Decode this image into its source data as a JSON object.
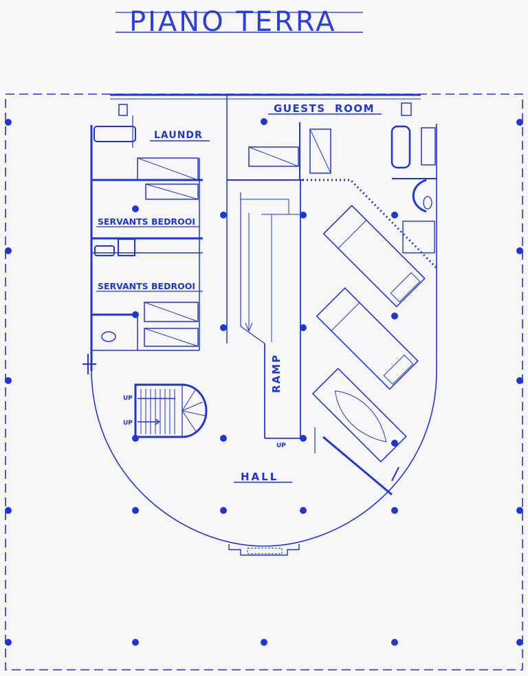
{
  "title": "PIANO TERRA",
  "rooms": {
    "guests_room": "GUESTS  ROOM",
    "laundry": "LAUNDR",
    "servants_bedroom_1": "SERVANTS BEDROOI",
    "servants_bedroom_2": "SERVANTS BEDROOI",
    "ramp": "RAMP",
    "hall": "HALL"
  },
  "annotations": {
    "stair_up_1": "UP",
    "stair_up_2": "UP",
    "ramp_up": "UP"
  },
  "colors": {
    "ink": "#1f36d6",
    "paper": "#f7f7f9"
  }
}
